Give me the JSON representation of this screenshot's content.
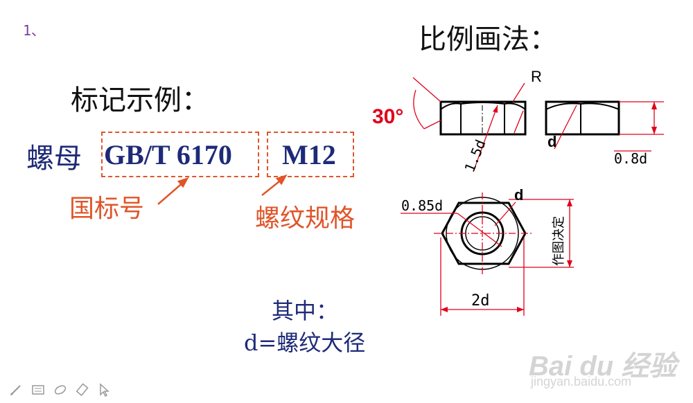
{
  "slide": {
    "number": "1、",
    "method_title": "比例画法：",
    "example_title": "标记示例：",
    "nut_label": "螺母",
    "code_standard": "GB/T  6170",
    "code_thread": "M12",
    "standard_label": "国标号",
    "thread_label": "螺纹规格",
    "where_label": "其中：",
    "d_definition": "d=螺纹大径"
  },
  "drawing": {
    "angle": "30°",
    "radius": "R",
    "chamfer_d": "d",
    "diag_1_5d": "1.5d",
    "height_0_8d": "0.8d",
    "dim_0_85d": "0.85d",
    "top_d": "d",
    "width_2d": "2d",
    "vertical_note": "作图决定",
    "accent_color": "#e0001b"
  },
  "watermark": {
    "logo": "Bai du 经验",
    "url": "jingyan.baidu.com"
  },
  "toolbar": {
    "icons": [
      "pen-icon",
      "screen-icon",
      "highlighter-icon",
      "eraser-icon",
      "pointer-icon"
    ]
  }
}
